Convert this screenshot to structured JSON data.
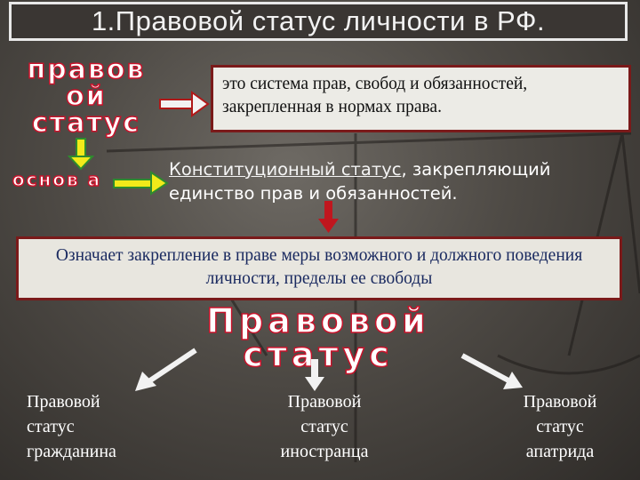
{
  "title": "1.Правовой статус личности в РФ.",
  "wordart": {
    "pravovoy_status": "правов ой статус",
    "osnova": "основ а",
    "big_pravovoy_status": "Правовой статус"
  },
  "definition": "это система прав, свобод и обязанностей, закрепленная в нормах права.",
  "constitutional": {
    "link": "Конституционный статус",
    "rest": ", закрепляющий единство прав и обязанностей."
  },
  "meaning": "Означает закрепление в праве меры возможного и должного поведения личности, пределы ее свободы",
  "statuses": [
    {
      "line1": "Правовой",
      "line2": "статус",
      "line3": "гражданина"
    },
    {
      "line1": "Правовой",
      "line2": "статус",
      "line3": "иностранца"
    },
    {
      "line1": "Правовой",
      "line2": "статус",
      "line3": "апатрида"
    }
  ],
  "colors": {
    "accent_red": "#c8132b",
    "arrow_yellow": "#f2ea1a",
    "arrow_green": "#2e8b2e"
  }
}
